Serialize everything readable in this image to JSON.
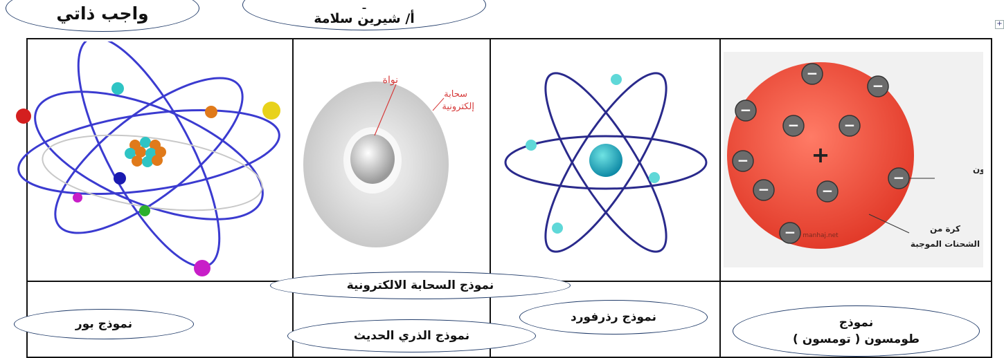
{
  "header": {
    "task_label": "واجب ذاتي",
    "teacher_partial": "ـ",
    "teacher_name": "أ/ شيرين سلامة"
  },
  "models": {
    "bohr": "نموذج بور",
    "electron_cloud": "نموذج السحابة الالكترونية",
    "modern": "نموذج الذري الحديث",
    "rutherford": "نموذج رذرفورد",
    "thomson_line1": "نموذج",
    "thomson_line2": "طومسون ( تومسون )"
  },
  "cloud_labels": {
    "nucleus": "نواة",
    "cloud_line1": "سحابة",
    "cloud_line2": "إلكترونية"
  },
  "thomson_labels": {
    "electron": "إلكترون",
    "sphere_line1": "كرة من",
    "sphere_line2": "الشحنات الموجبة",
    "plus": "+",
    "minus": "−",
    "watermark": "manhaj.net"
  },
  "table_handle": "+",
  "colors": {
    "oval_border": "#1f3a68",
    "orbit": "#3b3bd0",
    "thomson_red": "#e84a3a",
    "cloud_label": "#d63a3a"
  }
}
